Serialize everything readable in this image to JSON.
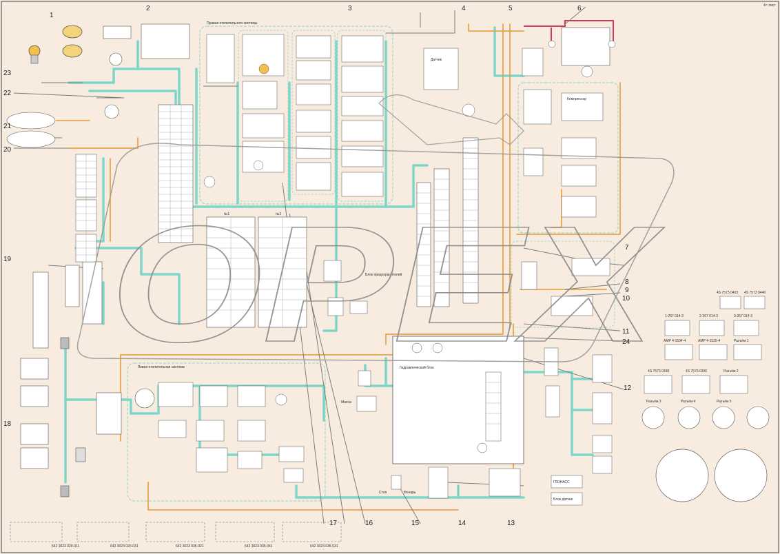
{
  "corner_note": "4ᵉʳ лист",
  "watermark": "ОРЕХ",
  "colors": {
    "background": "#f7ecdf",
    "harness_teal": "#7fd6c8",
    "harness_orange": "#e8a548",
    "harness_red": "#d23a5a",
    "wire_gray": "#7c7c7c",
    "ink": "#333333"
  },
  "callouts": [
    "1",
    "2",
    "3",
    "4",
    "5",
    "6",
    "7",
    "8",
    "9",
    "10",
    "11",
    "12",
    "13",
    "14",
    "15",
    "16",
    "17",
    "18",
    "19",
    "20",
    "21",
    "22",
    "23",
    "24"
  ],
  "panels": {
    "top": "Правая отопительного системы",
    "bottom": "Левая отопительная система",
    "center_no1": "№1",
    "center_no2": "№2",
    "control_unit": "Гидравлический блок"
  },
  "labels": {
    "speed_sensor": "Датчик",
    "fuse_box": "Блок предохранителей",
    "compressor": "Компрессор",
    "ground": "Масса",
    "stop_label": "Стоп",
    "tail_label": "Фонарь",
    "left_box1": "ГЛОНАСС",
    "left_box2": "Блок датчик"
  },
  "connector_labels": [
    "4S 7573 0403",
    "4S 7573 0440",
    "1-267 014-3",
    "2-267 014-3",
    "3-267 014-3",
    "AMP 4-1534-4",
    "AMP 4-1535-4",
    "Разъём 1",
    "4S 7573 0398",
    "4S 7573 0395",
    "Разъём 2",
    "Разъём 3",
    "Разъём 4",
    "Разъём 5"
  ],
  "bottom_part_numbers": [
    "642 3023 020-011",
    "642 3023 020-031",
    "642 3023 035-021",
    "642 3023 035-041",
    "642 3023 035-031"
  ]
}
